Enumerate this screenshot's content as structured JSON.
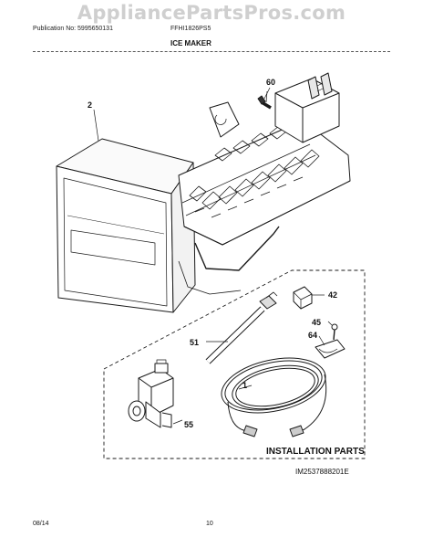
{
  "watermark": "AppliancePartsPros.com",
  "header": {
    "publication": "Publication No: 5995650131",
    "model": "FFHI1826PS5",
    "section": "ICE MAKER"
  },
  "callouts": {
    "c60": "60",
    "c2": "2",
    "c42": "42",
    "c45": "45",
    "c64": "64",
    "c51": "51",
    "c1": "1",
    "c55": "55"
  },
  "installation_label": "INSTALLATION PARTS",
  "figure_id": "IM2537888201E",
  "footer": {
    "date": "08/14",
    "page": "10"
  }
}
